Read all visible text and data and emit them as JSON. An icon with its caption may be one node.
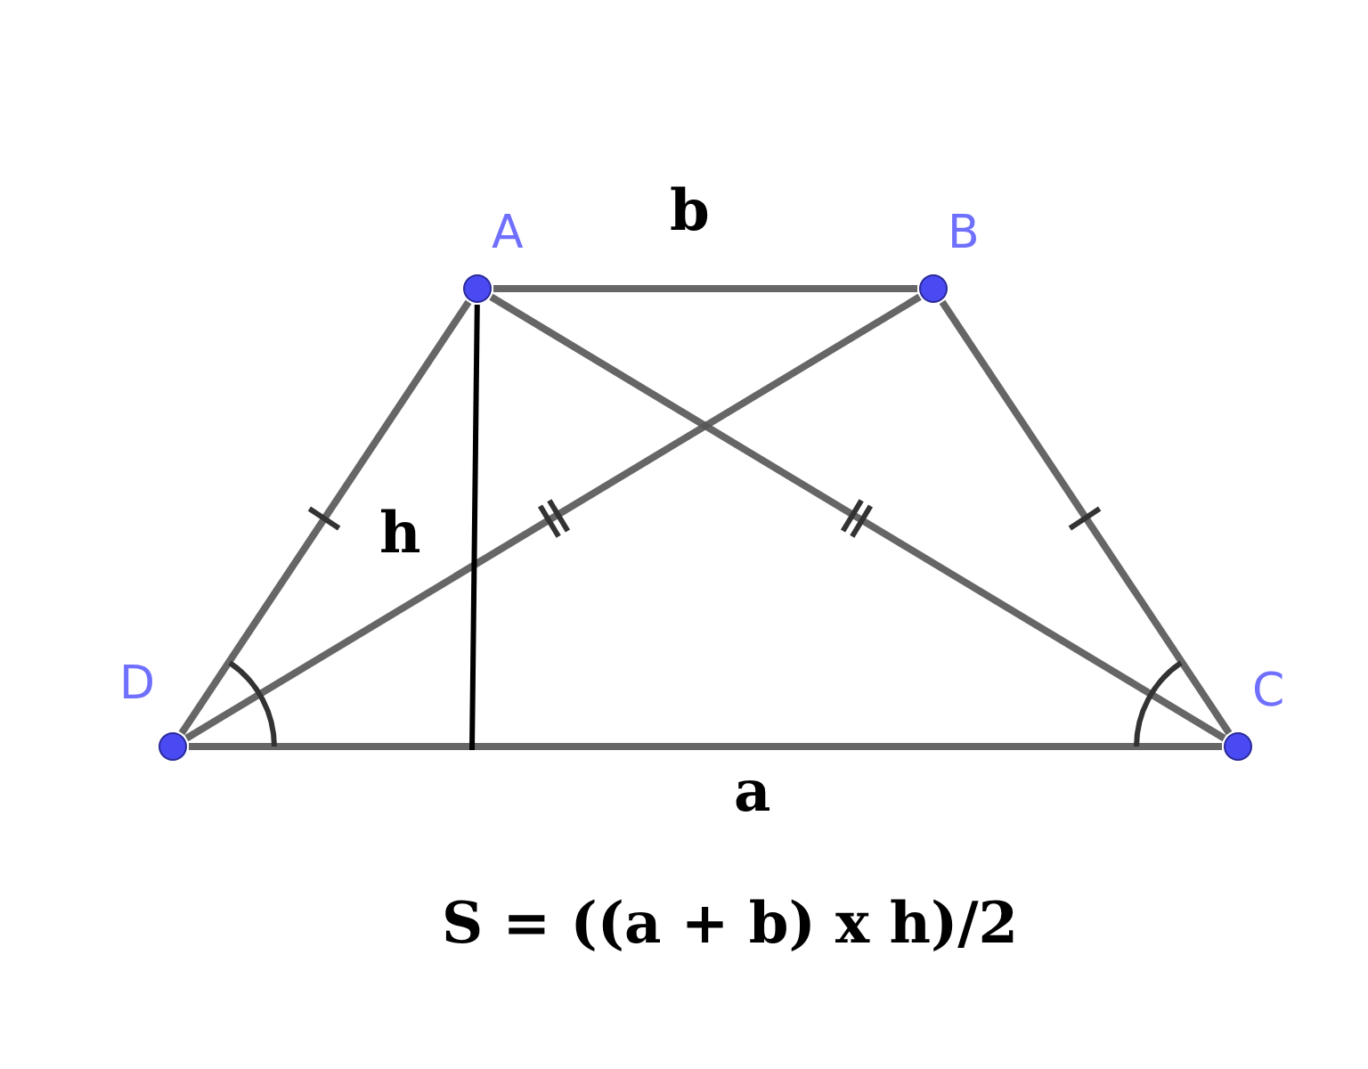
{
  "diagram": {
    "caption": "S = ((a + b) x h)/2",
    "nodes": [
      {
        "text": [],
        "shape": "circle",
        "beside": [
          "A"
        ]
      },
      {
        "text": [],
        "shape": "circle",
        "beside": [
          "B"
        ]
      },
      {
        "text": [],
        "shape": "circle",
        "beside": [
          "D"
        ]
      },
      {
        "text": [],
        "shape": "circle",
        "beside": [
          "C"
        ]
      }
    ],
    "edges": [
      {
        "from": 0,
        "to": 1,
        "arrow": "none",
        "label": "b"
      },
      {
        "from": 1,
        "to": 3,
        "arrow": "none"
      },
      {
        "from": 2,
        "to": 3,
        "arrow": "none",
        "label": "a"
      },
      {
        "from": 2,
        "to": 0,
        "arrow": "none"
      },
      {
        "from": 0,
        "to": 3,
        "arrow": "none"
      },
      {
        "from": 1,
        "to": 2,
        "arrow": "none"
      },
      {
        "from": 0,
        "to": null,
        "arrow": "none",
        "label": "h",
        "color": "#000000"
      }
    ]
  }
}
